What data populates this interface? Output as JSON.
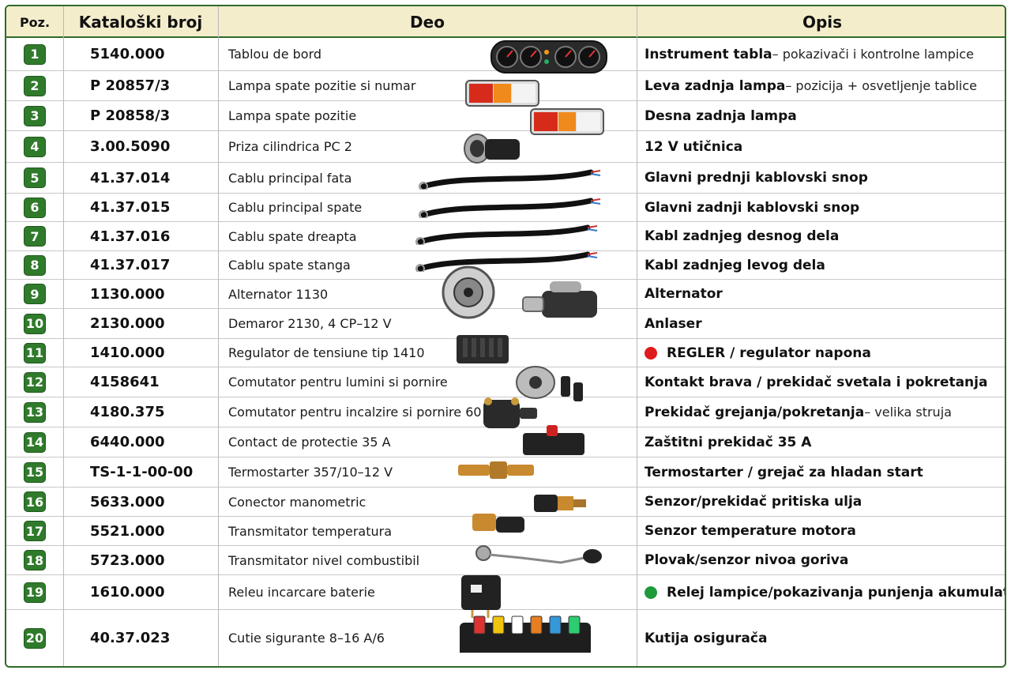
{
  "header": {
    "poz": "Poz.",
    "katalog": "Kataloški broj",
    "deo": "Deo",
    "opis": "Opis"
  },
  "colors": {
    "accent": "#2f7a2b",
    "header_bg": "#f4edcc",
    "dot_red": "#e01b1b",
    "dot_green": "#1f9a3a"
  },
  "rows": [
    {
      "pos": "1",
      "cat": "5140.000",
      "deo": "Tablou de bord",
      "opis_bold": "Instrument tabla",
      "opis_rest": " – pokazivači i kontrolne lampice",
      "icon": "instrument-panel-icon"
    },
    {
      "pos": "2",
      "cat": "P 20857/3",
      "deo": "Lampa spate pozitie si numar",
      "opis_bold": "Leva zadnja lampa",
      "opis_rest": " – pozicija + osvetljenje tablice",
      "icon": "rear-lamp-icon"
    },
    {
      "pos": "3",
      "cat": "P 20858/3",
      "deo": "Lampa spate pozitie",
      "opis_bold": "Desna zadnja lampa",
      "opis_rest": "",
      "icon": "rear-lamp-icon"
    },
    {
      "pos": "4",
      "cat": "3.00.5090",
      "deo": "Priza cilindrica PC 2",
      "opis_bold": "12 V utičnica",
      "opis_rest": "",
      "icon": "socket-icon"
    },
    {
      "pos": "5",
      "cat": "41.37.014",
      "deo": "Cablu principal fata",
      "opis_bold": "Glavni prednji kablovski snop",
      "opis_rest": "",
      "icon": "cable-icon"
    },
    {
      "pos": "6",
      "cat": "41.37.015",
      "deo": "Cablu principal spate",
      "opis_bold": "Glavni zadnji kablovski snop",
      "opis_rest": "",
      "icon": "cable-icon"
    },
    {
      "pos": "7",
      "cat": "41.37.016",
      "deo": "Cablu spate dreapta",
      "opis_bold": "Kabl zadnjeg desnog dela",
      "opis_rest": "",
      "icon": "cable-icon"
    },
    {
      "pos": "8",
      "cat": "41.37.017",
      "deo": "Cablu spate stanga",
      "opis_bold": "Kabl zadnjeg levog dela",
      "opis_rest": "",
      "icon": "cable-icon"
    },
    {
      "pos": "9",
      "cat": "1130.000",
      "deo": "Alternator 1130",
      "opis_bold": "Alternator",
      "opis_rest": "",
      "icon": "alternator-icon"
    },
    {
      "pos": "10",
      "cat": "2130.000",
      "deo": "Demaror 2130, 4 CP–12 V",
      "opis_bold": "Anlaser",
      "opis_rest": "",
      "icon": "starter-icon"
    },
    {
      "pos": "11",
      "cat": "1410.000",
      "deo": "Regulator de tensiune tip 1410",
      "opis_bold": "REGLER / regulator napona",
      "opis_rest": "",
      "dot": "red",
      "icon": "regulator-icon"
    },
    {
      "pos": "12",
      "cat": "4158641",
      "deo": "Comutator pentru lumini si pornire",
      "opis_bold": "Kontakt brava / prekidač svetala i pokretanja",
      "opis_rest": "",
      "icon": "ignition-switch-icon"
    },
    {
      "pos": "13",
      "cat": "4180.375",
      "deo": "Comutator pentru incalzire si pornire 60 A",
      "opis_bold": "Prekidač grejanja/pokretanja",
      "opis_rest": " – velika struja",
      "icon": "solenoid-icon"
    },
    {
      "pos": "14",
      "cat": "6440.000",
      "deo": "Contact de protectie 35 A",
      "opis_bold": "Zaštitni prekidač 35 A",
      "opis_rest": "",
      "icon": "breaker-icon"
    },
    {
      "pos": "15",
      "cat": "TS-1-1-00-00",
      "deo": "Termostarter 357/10–12 V",
      "opis_bold": "Termostarter / grejač za hladan start",
      "opis_rest": "",
      "icon": "glow-plug-icon"
    },
    {
      "pos": "16",
      "cat": "5633.000",
      "deo": "Conector manometric",
      "opis_bold": "Senzor/prekidač pritiska ulja",
      "opis_rest": "",
      "icon": "pressure-sensor-icon"
    },
    {
      "pos": "17",
      "cat": "5521.000",
      "deo": "Transmitator temperatura",
      "opis_bold": "Senzor temperature motora",
      "opis_rest": "",
      "icon": "temp-sensor-icon"
    },
    {
      "pos": "18",
      "cat": "5723.000",
      "deo": "Transmitator nivel combustibil",
      "opis_bold": "Plovak/senzor nivoa goriva",
      "opis_rest": "",
      "icon": "fuel-sender-icon"
    },
    {
      "pos": "19",
      "cat": "1610.000",
      "deo": "Releu incarcare baterie",
      "opis_bold": "Relej lampice/pokazivanja punjenja akumulatora",
      "opis_rest": "",
      "dot": "green",
      "icon": "relay-icon"
    },
    {
      "pos": "20",
      "cat": "40.37.023",
      "deo": "Cutie sigurante 8–16 A/6",
      "opis_bold": "Kutija osigurača",
      "opis_rest": "",
      "icon": "fuse-box-icon"
    }
  ]
}
